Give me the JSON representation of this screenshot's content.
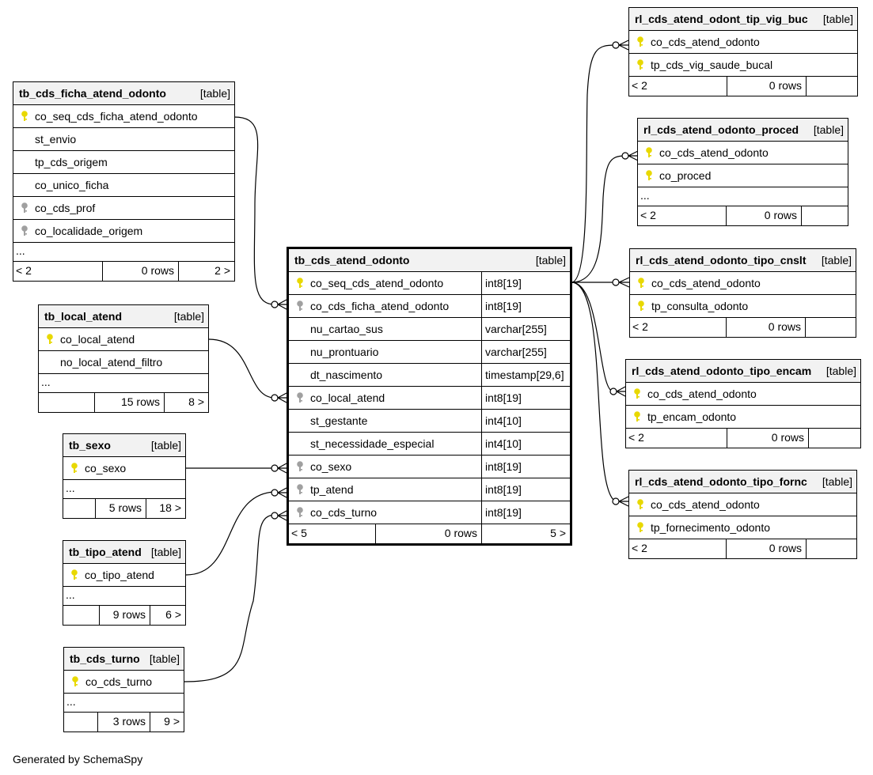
{
  "footer_text": "Generated by SchemaSpy",
  "colors": {
    "pk_key": "#e8d800",
    "fk_key": "#a0a0a0",
    "header_bg": "#f2f2f2",
    "line": "#000000"
  },
  "tables": {
    "ficha": {
      "name": "tb_cds_ficha_atend_odonto",
      "type": "[table]",
      "columns": [
        {
          "name": "co_seq_cds_ficha_atend_odonto",
          "key": "pk"
        },
        {
          "name": "st_envio",
          "key": ""
        },
        {
          "name": "tp_cds_origem",
          "key": ""
        },
        {
          "name": "co_unico_ficha",
          "key": ""
        },
        {
          "name": "co_cds_prof",
          "key": "fk"
        },
        {
          "name": "co_localidade_origem",
          "key": "fk"
        }
      ],
      "ellipsis": "...",
      "footer": {
        "left": "< 2",
        "rows": "0 rows",
        "right": "2 >"
      }
    },
    "local": {
      "name": "tb_local_atend",
      "type": "[table]",
      "columns": [
        {
          "name": "co_local_atend",
          "key": "pk"
        },
        {
          "name": "no_local_atend_filtro",
          "key": ""
        }
      ],
      "ellipsis": "...",
      "footer": {
        "left": "",
        "rows": "15 rows",
        "right": "8 >"
      }
    },
    "sexo": {
      "name": "tb_sexo",
      "type": "[table]",
      "columns": [
        {
          "name": "co_sexo",
          "key": "pk"
        }
      ],
      "ellipsis": "...",
      "footer": {
        "left": "",
        "rows": "5 rows",
        "right": "18 >"
      }
    },
    "tipo_atend": {
      "name": "tb_tipo_atend",
      "type": "[table]",
      "columns": [
        {
          "name": "co_tipo_atend",
          "key": "pk"
        }
      ],
      "ellipsis": "...",
      "footer": {
        "left": "",
        "rows": "9 rows",
        "right": "6 >"
      }
    },
    "turno": {
      "name": "tb_cds_turno",
      "type": "[table]",
      "columns": [
        {
          "name": "co_cds_turno",
          "key": "pk"
        }
      ],
      "ellipsis": "...",
      "footer": {
        "left": "",
        "rows": "3 rows",
        "right": "9 >"
      }
    },
    "main": {
      "name": "tb_cds_atend_odonto",
      "type": "[table]",
      "columns": [
        {
          "name": "co_seq_cds_atend_odonto",
          "type": "int8[19]",
          "key": "pk"
        },
        {
          "name": "co_cds_ficha_atend_odonto",
          "type": "int8[19]",
          "key": "fk"
        },
        {
          "name": "nu_cartao_sus",
          "type": "varchar[255]",
          "key": ""
        },
        {
          "name": "nu_prontuario",
          "type": "varchar[255]",
          "key": ""
        },
        {
          "name": "dt_nascimento",
          "type": "timestamp[29,6]",
          "key": ""
        },
        {
          "name": "co_local_atend",
          "type": "int8[19]",
          "key": "fk"
        },
        {
          "name": "st_gestante",
          "type": "int4[10]",
          "key": ""
        },
        {
          "name": "st_necessidade_especial",
          "type": "int4[10]",
          "key": ""
        },
        {
          "name": "co_sexo",
          "type": "int8[19]",
          "key": "fk"
        },
        {
          "name": "tp_atend",
          "type": "int8[19]",
          "key": "fk"
        },
        {
          "name": "co_cds_turno",
          "type": "int8[19]",
          "key": "fk"
        }
      ],
      "footer": {
        "left": "< 5",
        "rows": "0 rows",
        "right": "5 >"
      }
    },
    "vig_buc": {
      "name": "rl_cds_atend_odont_tip_vig_buc",
      "type": "[table]",
      "columns": [
        {
          "name": "co_cds_atend_odonto",
          "key": "pk"
        },
        {
          "name": "tp_cds_vig_saude_bucal",
          "key": "pk"
        }
      ],
      "footer": {
        "left": "< 2",
        "rows": "0 rows",
        "right": ""
      }
    },
    "proced": {
      "name": "rl_cds_atend_odonto_proced",
      "type": "[table]",
      "columns": [
        {
          "name": "co_cds_atend_odonto",
          "key": "pk"
        },
        {
          "name": "co_proced",
          "key": "pk"
        }
      ],
      "ellipsis": "...",
      "footer": {
        "left": "< 2",
        "rows": "0 rows",
        "right": ""
      }
    },
    "cnslt": {
      "name": "rl_cds_atend_odonto_tipo_cnslt",
      "type": "[table]",
      "columns": [
        {
          "name": "co_cds_atend_odonto",
          "key": "pk"
        },
        {
          "name": "tp_consulta_odonto",
          "key": "pk"
        }
      ],
      "footer": {
        "left": "< 2",
        "rows": "0 rows",
        "right": ""
      }
    },
    "encam": {
      "name": "rl_cds_atend_odonto_tipo_encam",
      "type": "[table]",
      "columns": [
        {
          "name": "co_cds_atend_odonto",
          "key": "pk"
        },
        {
          "name": "tp_encam_odonto",
          "key": "pk"
        }
      ],
      "footer": {
        "left": "< 2",
        "rows": "0 rows",
        "right": ""
      }
    },
    "fornc": {
      "name": "rl_cds_atend_odonto_tipo_fornc",
      "type": "[table]",
      "columns": [
        {
          "name": "co_cds_atend_odonto",
          "key": "pk"
        },
        {
          "name": "tp_fornecimento_odonto",
          "key": "pk"
        }
      ],
      "footer": {
        "left": "< 2",
        "rows": "0 rows",
        "right": ""
      }
    }
  }
}
